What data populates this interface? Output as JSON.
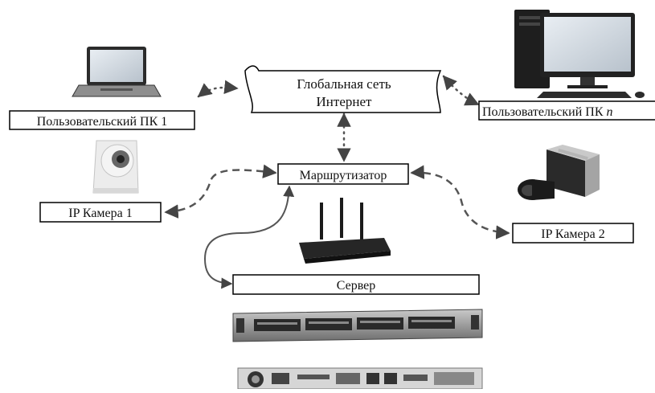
{
  "internet": {
    "line1": "Глобальная сеть",
    "line2": "Интернет"
  },
  "labels": {
    "pc1": "Пользовательский ПК 1",
    "pcn_prefix": "Пользовательский ПК ",
    "pcn_suffix": "n",
    "router": "Маршрутизатор",
    "cam1": "IP Камера 1",
    "cam2": "IP Камера 2",
    "server": "Сервер"
  },
  "icons": {
    "laptop": "laptop-icon",
    "desktop": "desktop-pc-icon",
    "cam1": "ip-camera-dome-icon",
    "cam2": "ip-camera-box-icon",
    "router": "wifi-router-icon",
    "server": "rack-server-icon"
  },
  "colors": {
    "line": "#555555",
    "stroke": "#000000"
  }
}
